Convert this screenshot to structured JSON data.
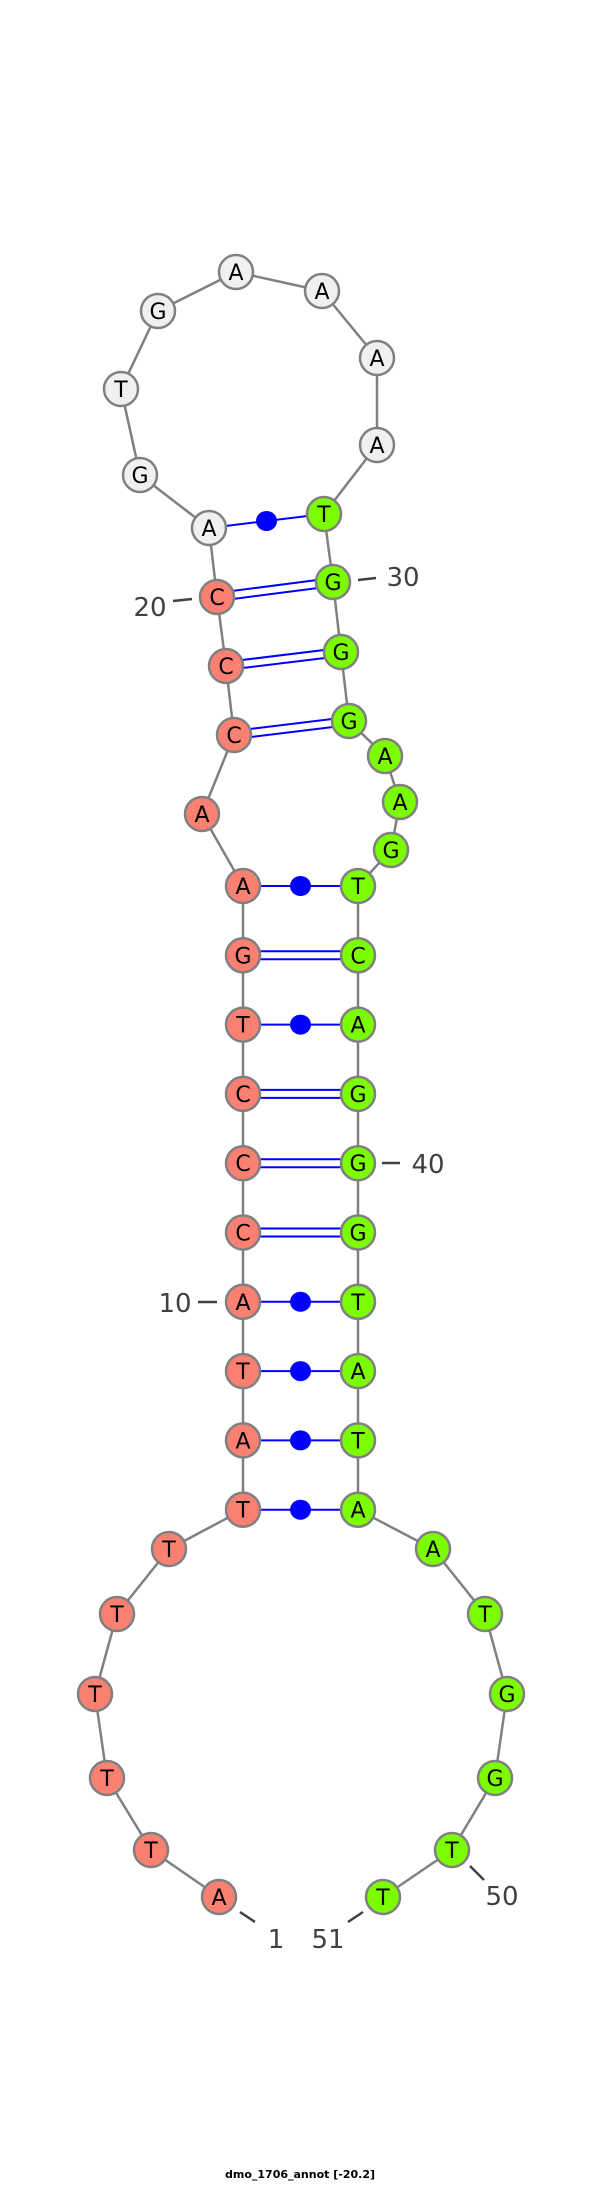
{
  "title": "dmo_1706_annot [-20.2]",
  "sequence": "ATTTTTTATACCCTGAACCCAGTGAAAATGGGAAGTCAGGGTATAATGGTT",
  "colors": {
    "region1": "#fa8072",
    "loop": "#f0f0f0",
    "region2": "#7cfc00",
    "backbone": "#808080",
    "pair": "#0000ff",
    "label": "#404040"
  },
  "color_ranges": [
    {
      "from": 1,
      "to": 20,
      "color": "region1"
    },
    {
      "from": 21,
      "to": 28,
      "color": "loop"
    },
    {
      "from": 29,
      "to": 51,
      "color": "region2"
    }
  ],
  "pairs": [
    {
      "i": 7,
      "j": 45,
      "type": "AT"
    },
    {
      "i": 8,
      "j": 44,
      "type": "AT"
    },
    {
      "i": 9,
      "j": 43,
      "type": "AT"
    },
    {
      "i": 10,
      "j": 42,
      "type": "AT"
    },
    {
      "i": 11,
      "j": 41,
      "type": "GC"
    },
    {
      "i": 12,
      "j": 40,
      "type": "GC"
    },
    {
      "i": 13,
      "j": 39,
      "type": "GC"
    },
    {
      "i": 14,
      "j": 38,
      "type": "AT"
    },
    {
      "i": 15,
      "j": 37,
      "type": "GC"
    },
    {
      "i": 16,
      "j": 36,
      "type": "AT"
    },
    {
      "i": 18,
      "j": 32,
      "type": "GC"
    },
    {
      "i": 19,
      "j": 31,
      "type": "GC"
    },
    {
      "i": 20,
      "j": 30,
      "type": "GC"
    },
    {
      "i": 21,
      "j": 29,
      "type": "AT"
    }
  ],
  "position_labels": [
    "1",
    "10",
    "20",
    "30",
    "40",
    "50",
    "51"
  ]
}
